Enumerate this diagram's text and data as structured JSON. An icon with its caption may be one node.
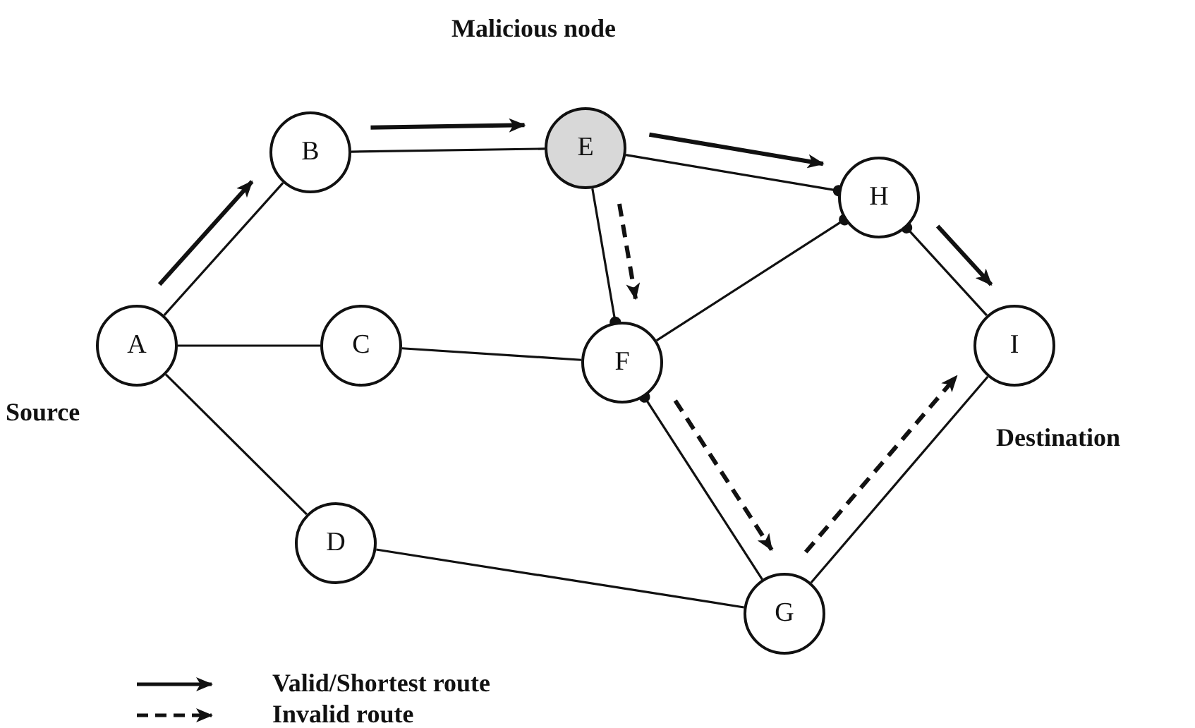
{
  "diagram": {
    "nodes": [
      {
        "text": [
          "A"
        ],
        "beside": [
          "Source"
        ]
      },
      {
        "text": [
          "B"
        ]
      },
      {
        "text": [
          "C"
        ]
      },
      {
        "text": [
          "D"
        ]
      },
      {
        "text": [
          "E"
        ],
        "beside": [
          "Malicious node"
        ]
      },
      {
        "text": [
          "F"
        ]
      },
      {
        "text": [
          "G"
        ]
      },
      {
        "text": [
          "H"
        ]
      },
      {
        "text": [
          "I"
        ],
        "beside": [
          "Destination"
        ]
      }
    ],
    "edges": [
      {
        "from": 0,
        "to": 1,
        "arrow": "none"
      },
      {
        "from": 0,
        "to": 2,
        "arrow": "none"
      },
      {
        "from": 0,
        "to": 3,
        "arrow": "none"
      },
      {
        "from": 1,
        "to": 4,
        "arrow": "none"
      },
      {
        "from": 2,
        "to": 5,
        "arrow": "none"
      },
      {
        "from": 3,
        "to": 6,
        "arrow": "none"
      },
      {
        "from": 4,
        "to": 5,
        "arrow": "other"
      },
      {
        "from": 4,
        "to": 7,
        "arrow": "other"
      },
      {
        "from": 5,
        "to": 7,
        "arrow": "other"
      },
      {
        "from": 6,
        "to": 5,
        "arrow": "other"
      },
      {
        "from": 6,
        "to": 8,
        "arrow": "none"
      },
      {
        "from": 8,
        "to": 7,
        "arrow": "other"
      },
      {
        "from": 0,
        "to": 1,
        "arrow": "to"
      },
      {
        "from": 1,
        "to": 4,
        "arrow": "to"
      },
      {
        "from": 4,
        "to": 7,
        "arrow": "to"
      },
      {
        "from": 7,
        "to": 8,
        "arrow": "to"
      },
      {
        "from": 4,
        "to": 5,
        "arrow": "to",
        "style": "dashed"
      },
      {
        "from": 5,
        "to": 6,
        "arrow": "to",
        "style": "dashed"
      },
      {
        "from": 6,
        "to": 8,
        "arrow": "to",
        "style": "dashed"
      }
    ],
    "legend": [
      {
        "text": "Valid/Shortest route"
      },
      {
        "text": "Invalid route"
      }
    ]
  }
}
